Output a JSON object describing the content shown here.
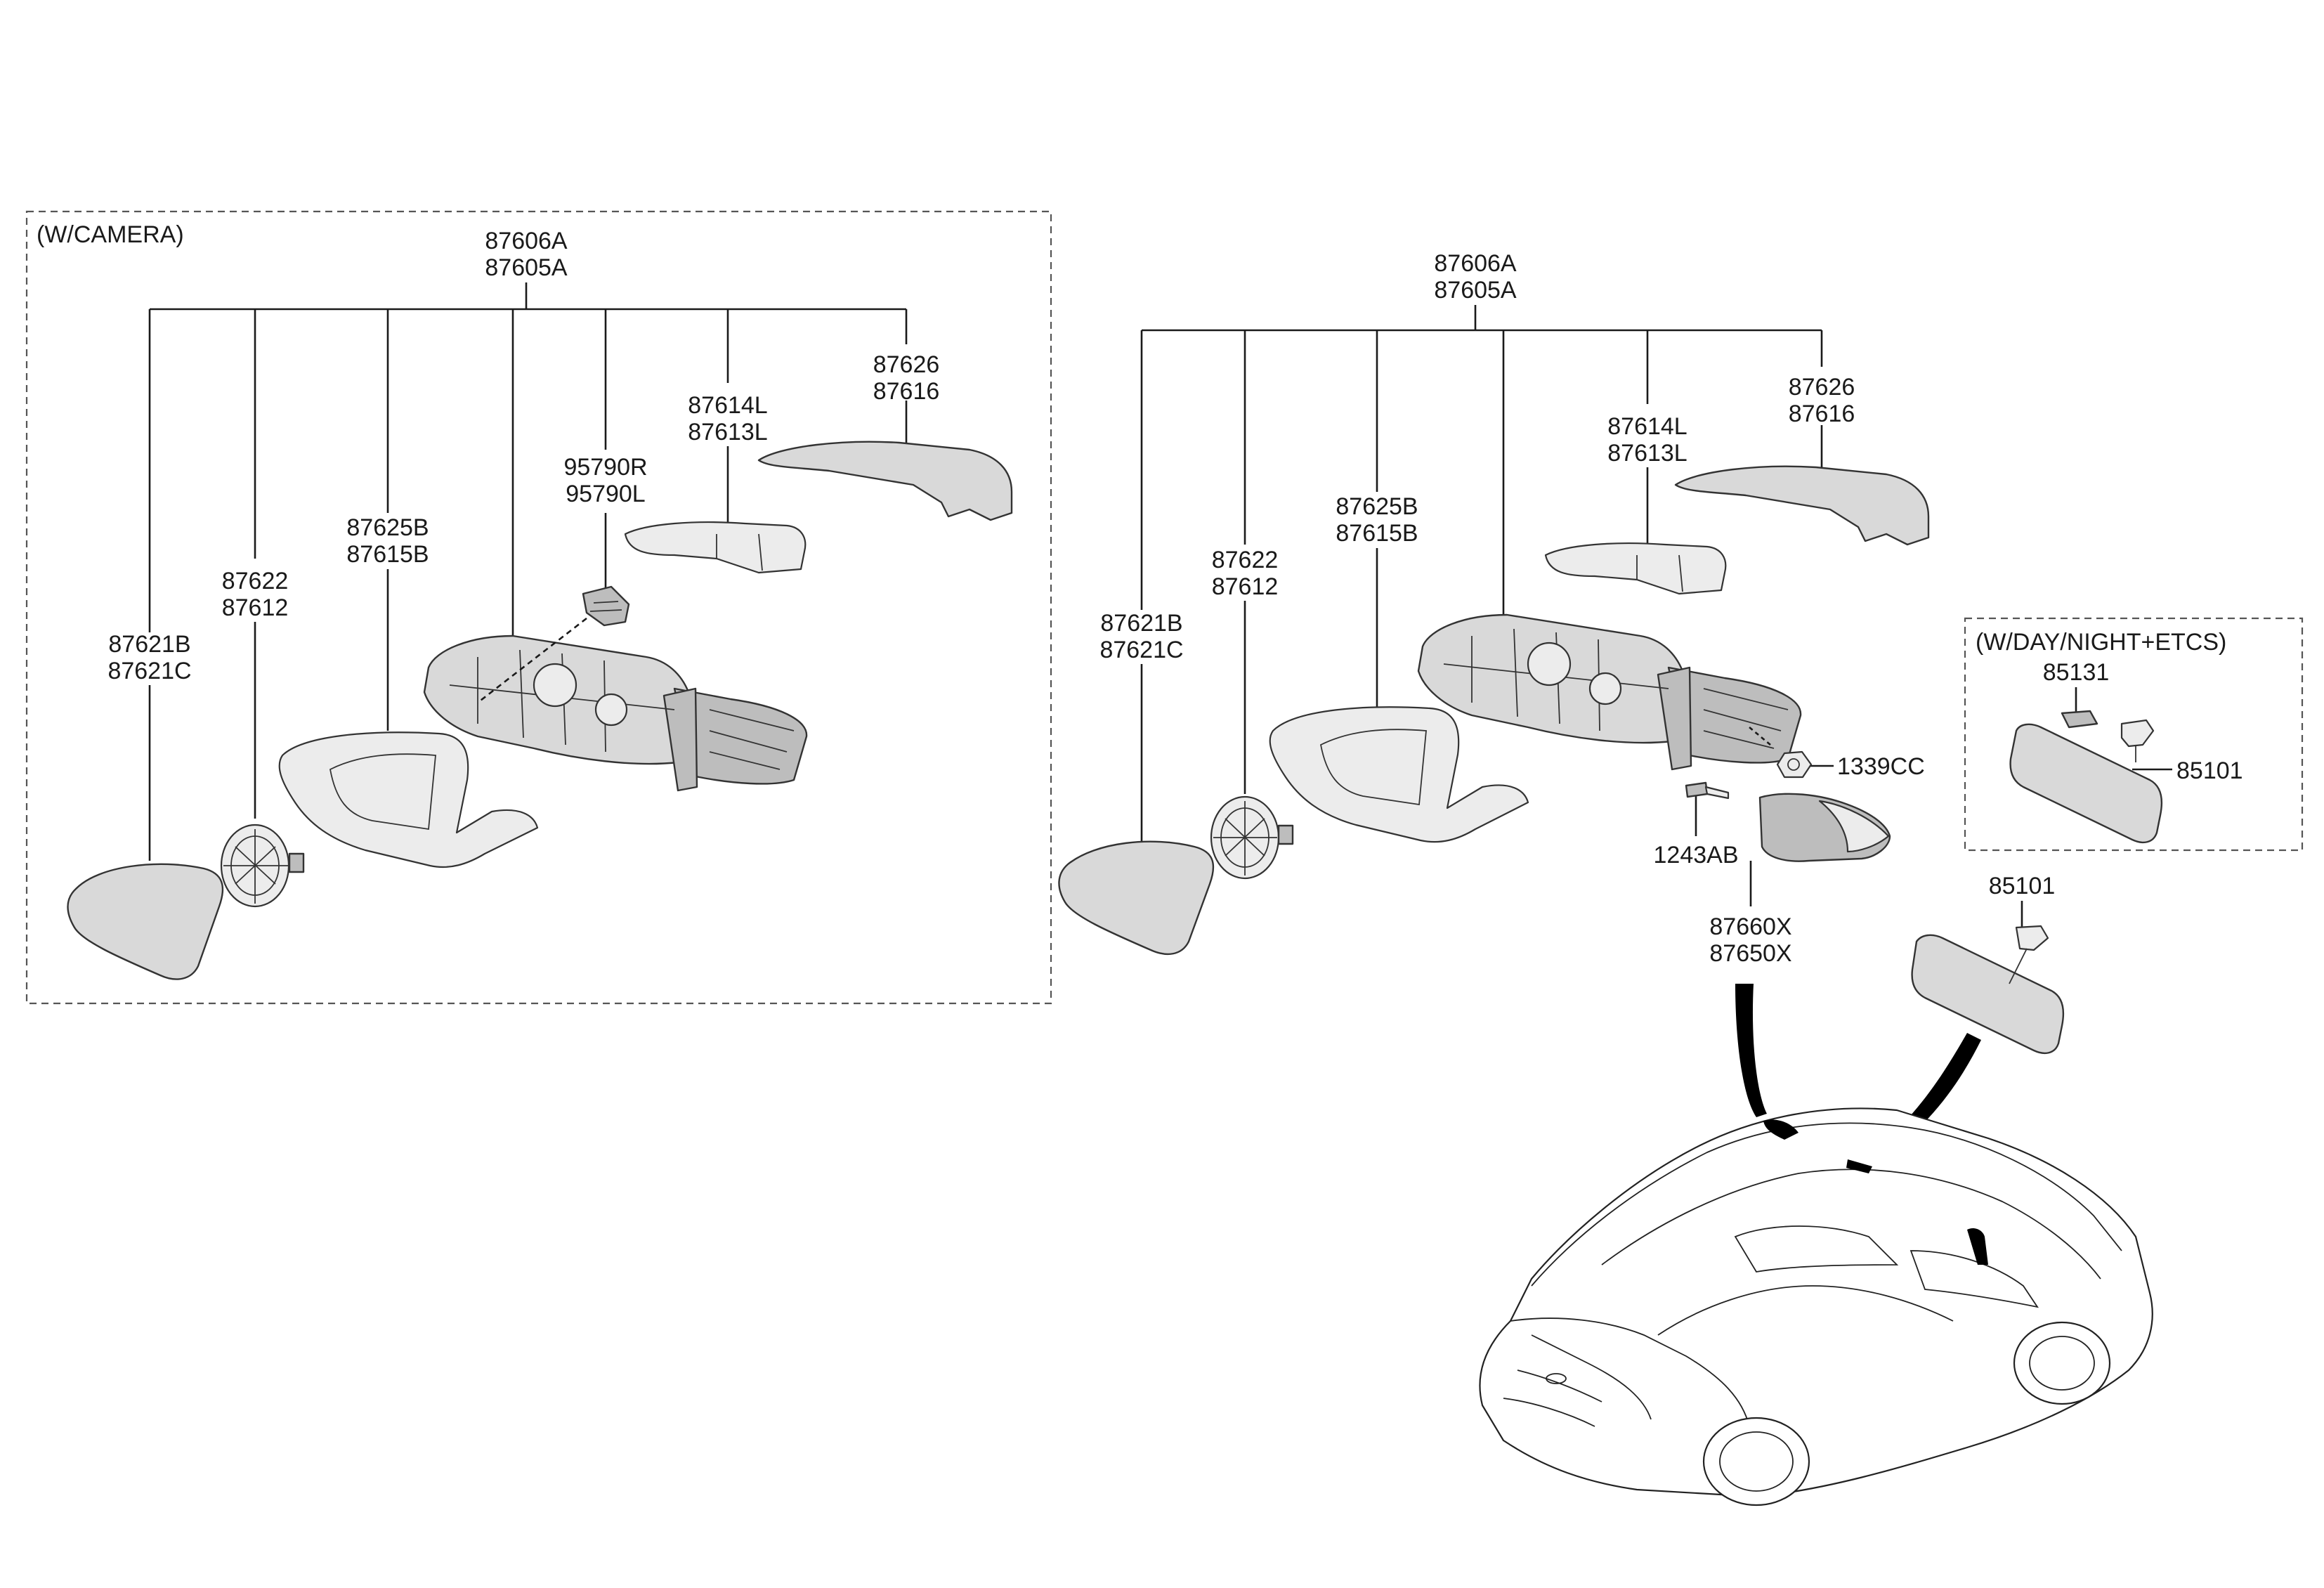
{
  "left_group": {
    "condition": "(W/CAMERA)",
    "assembly": [
      "87606A",
      "87605A"
    ],
    "glass": [
      "87621B",
      "87621C"
    ],
    "actuator": [
      "87622",
      "87612"
    ],
    "holder": [
      "87625B",
      "87615B"
    ],
    "camera": [
      "95790R",
      "95790L"
    ],
    "lamp": [
      "87614L",
      "87613L"
    ],
    "scalp": [
      "87626",
      "87616"
    ]
  },
  "right_group": {
    "assembly": [
      "87606A",
      "87605A"
    ],
    "glass": [
      "87621B",
      "87621C"
    ],
    "actuator": [
      "87622",
      "87612"
    ],
    "holder": [
      "87625B",
      "87615B"
    ],
    "lamp": [
      "87614L",
      "87613L"
    ],
    "scalp": [
      "87626",
      "87616"
    ],
    "nut": "1339CC",
    "screw": "1243AB",
    "cover": [
      "87660X",
      "87650X"
    ]
  },
  "inside_group": {
    "condition": "(W/DAY/NIGHT+ETCS)",
    "cover_part": "85131",
    "mirror_part": "85101"
  },
  "inside_mirror": "85101"
}
